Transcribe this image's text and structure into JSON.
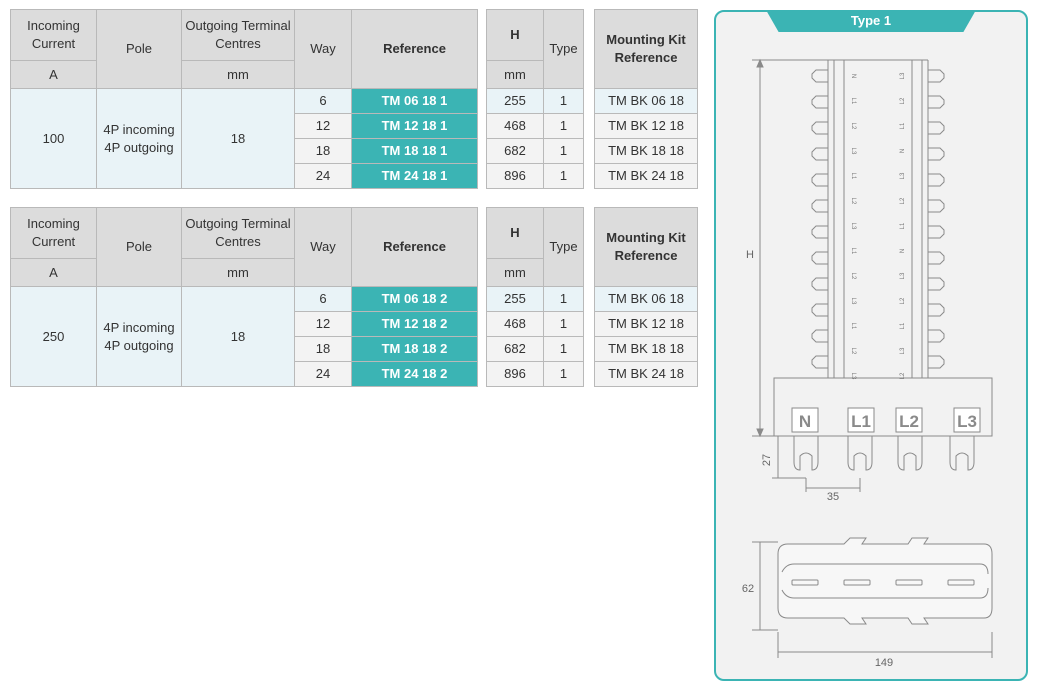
{
  "tables": [
    {
      "headers": {
        "incoming_current": "Incoming Current",
        "incoming_unit": "A",
        "pole": "Pole",
        "terminal_centres": "Outgoing Terminal Centres",
        "terminal_unit": "mm",
        "way": "Way",
        "reference": "Reference",
        "h": "H",
        "h_unit": "mm",
        "type": "Type",
        "mounting": "Mounting Kit Reference"
      },
      "current": "100",
      "pole_line1": "4P incoming",
      "pole_line2": "4P outgoing",
      "centres": "18",
      "rows": [
        {
          "way": "6",
          "reference": "TM 06 18 1",
          "h": "255",
          "type": "1",
          "mounting": "TM BK 06 18"
        },
        {
          "way": "12",
          "reference": "TM 12 18 1",
          "h": "468",
          "type": "1",
          "mounting": "TM BK 12 18"
        },
        {
          "way": "18",
          "reference": "TM 18 18 1",
          "h": "682",
          "type": "1",
          "mounting": "TM BK 18 18"
        },
        {
          "way": "24",
          "reference": "TM 24 18 1",
          "h": "896",
          "type": "1",
          "mounting": "TM BK 24 18"
        }
      ]
    },
    {
      "headers": {
        "incoming_current": "Incoming Current",
        "incoming_unit": "A",
        "pole": "Pole",
        "terminal_centres": "Outgoing Terminal Centres",
        "terminal_unit": "mm",
        "way": "Way",
        "reference": "Reference",
        "h": "H",
        "h_unit": "mm",
        "type": "Type",
        "mounting": "Mounting Kit Reference"
      },
      "current": "250",
      "pole_line1": "4P incoming",
      "pole_line2": "4P outgoing",
      "centres": "18",
      "rows": [
        {
          "way": "6",
          "reference": "TM 06 18 2",
          "h": "255",
          "type": "1",
          "mounting": "TM BK 06 18"
        },
        {
          "way": "12",
          "reference": "TM 12 18 2",
          "h": "468",
          "type": "1",
          "mounting": "TM BK 12 18"
        },
        {
          "way": "18",
          "reference": "TM 18 18 2",
          "h": "682",
          "type": "1",
          "mounting": "TM BK 18 18"
        },
        {
          "way": "24",
          "reference": "TM 24 18 2",
          "h": "896",
          "type": "1",
          "mounting": "TM BK 24 18"
        }
      ]
    }
  ],
  "panel": {
    "title": "Type 1",
    "dim_h": "H",
    "dim_27": "27",
    "dim_35": "35",
    "dim_62": "62",
    "dim_149": "149",
    "terminal_labels": [
      "N",
      "L1",
      "L2",
      "L3"
    ],
    "bar_labels_left": [
      "N",
      "L1",
      "L2",
      "L3",
      "L1",
      "L2",
      "L3",
      "L1",
      "L2",
      "L3",
      "L1",
      "L2",
      "L3"
    ],
    "bar_labels_right": [
      "L3",
      "L2",
      "L1",
      "N",
      "L3",
      "L2",
      "L1",
      "N",
      "L3",
      "L2",
      "L1",
      "L3",
      "L2"
    ],
    "accent_color": "#3bb4b4"
  }
}
